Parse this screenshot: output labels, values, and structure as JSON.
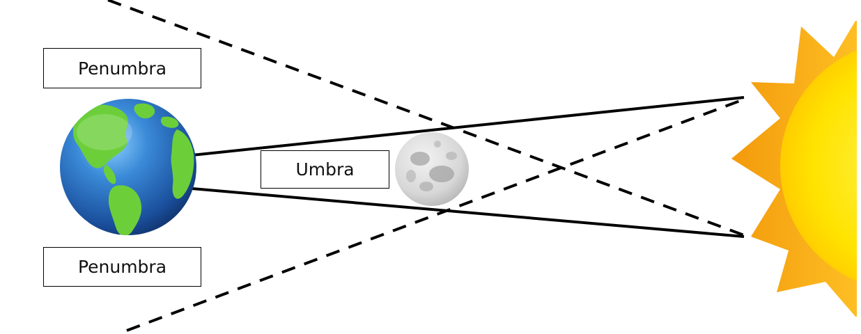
{
  "labels": {
    "penumbra_top": "Penumbra",
    "umbra": "Umbra",
    "penumbra_bottom": "Penumbra"
  },
  "objects": {
    "earth": "earth-icon",
    "moon": "moon-icon",
    "sun": "sun-icon"
  },
  "colors": {
    "ocean": "#1f5fb0",
    "land": "#6ccf3a",
    "moon": "#d8d8d8",
    "sun_core": "#ffe600",
    "sun_rays": "#f6a30f",
    "lines": "#000000"
  }
}
